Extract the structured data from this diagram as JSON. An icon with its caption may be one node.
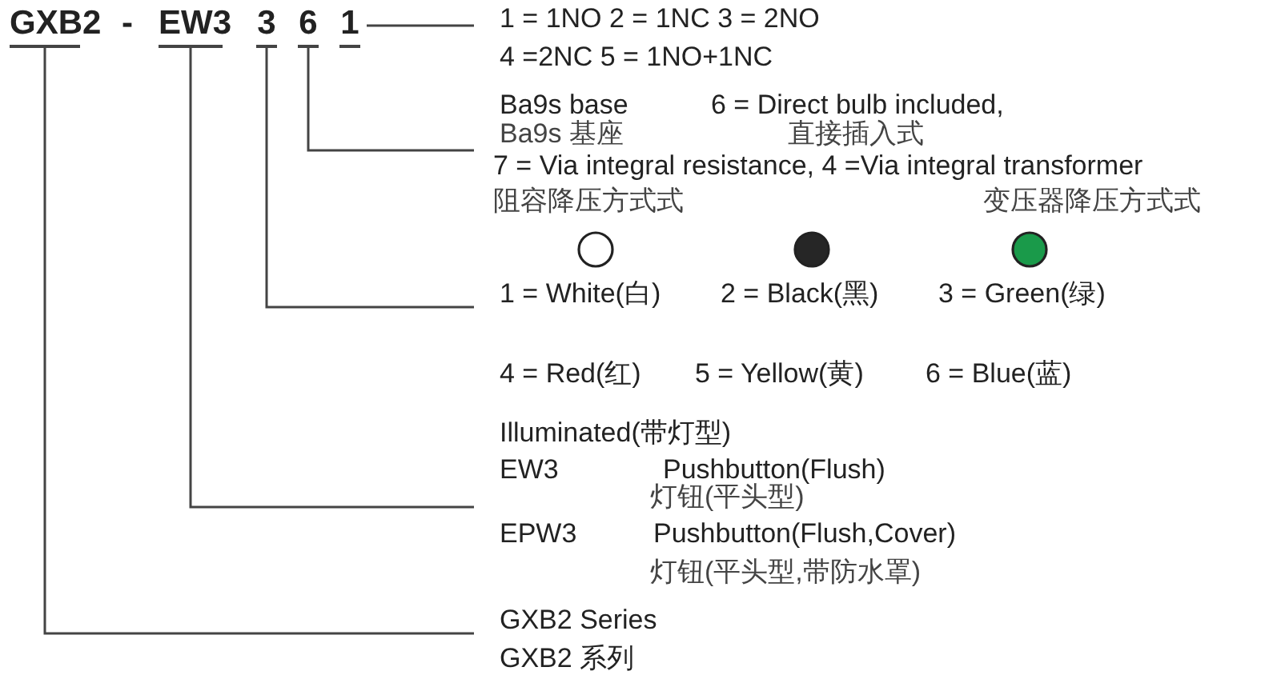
{
  "diagram": {
    "nodes": [
      {
        "text": [
          "GXB2"
        ]
      },
      {
        "text": [
          "EW3"
        ]
      },
      {
        "text": [
          "3"
        ]
      },
      {
        "text": [
          "6"
        ]
      },
      {
        "text": [
          "1"
        ]
      },
      {
        "text": [
          "1 = 1NO   2 = 1NC  3 = 2NO",
          "4 =2NC 5 = 1NO+1NC"
        ]
      },
      {
        "text": [
          "Ba9s base",
          "6 = Direct bulb included,",
          "Ba9s 基座",
          "直接插入式",
          "7 = Via integral resistance, 4 =Via integral transformer",
          "阻容降压方式式",
          "变压器降压方式式"
        ]
      },
      {
        "text": [
          "1 = White(白)",
          "2 = Black(黑)",
          "3 =  Green(绿)",
          "4 = Red(红)",
          "5 = Yellow(黄)",
          "6 = Blue(蓝)"
        ]
      },
      {
        "text": [
          "Illuminated(带灯型)",
          "EW3",
          "Pushbutton(Flush)",
          "灯钮(平头型)",
          "EPW3",
          "Pushbutton(Flush,Cover)",
          "灯钮(平头型,带防水罩)"
        ]
      },
      {
        "text": [
          "GXB2 Series",
          "GXB2 系列"
        ]
      }
    ],
    "edges": [
      {
        "from": 4,
        "to": 5,
        "arrow": "none"
      },
      {
        "from": 3,
        "to": 6,
        "arrow": "none"
      },
      {
        "from": 2,
        "to": 7,
        "arrow": "none"
      },
      {
        "from": 1,
        "to": 8,
        "arrow": "none"
      },
      {
        "from": 0,
        "to": 9,
        "arrow": "none"
      }
    ],
    "labels": [
      "-"
    ]
  }
}
